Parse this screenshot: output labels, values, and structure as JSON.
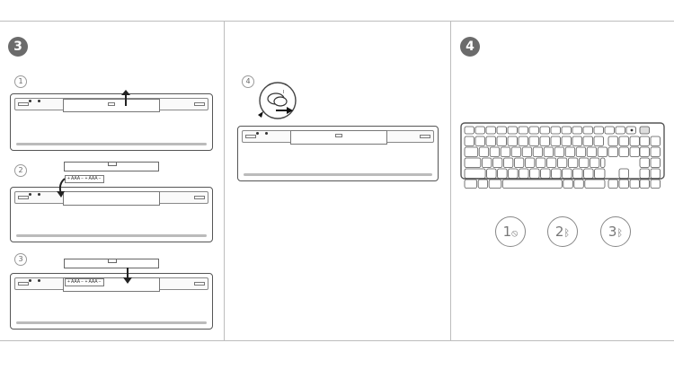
{
  "steps": {
    "panel_a_number": "3",
    "panel_c_number": "4"
  },
  "substeps": [
    "1",
    "2",
    "3",
    "4"
  ],
  "battery": {
    "label_a": "AAA",
    "label_b": "AAA",
    "polarity_plus": "+",
    "polarity_minus": "−"
  },
  "modes": [
    {
      "number": "1",
      "icon": "receiver-icon"
    },
    {
      "number": "2",
      "icon": "bluetooth-icon"
    },
    {
      "number": "3",
      "icon": "bluetooth-icon"
    }
  ],
  "colors": {
    "badge": "#6b6b6b",
    "line": "#bdbdbd",
    "outline": "#555555"
  }
}
